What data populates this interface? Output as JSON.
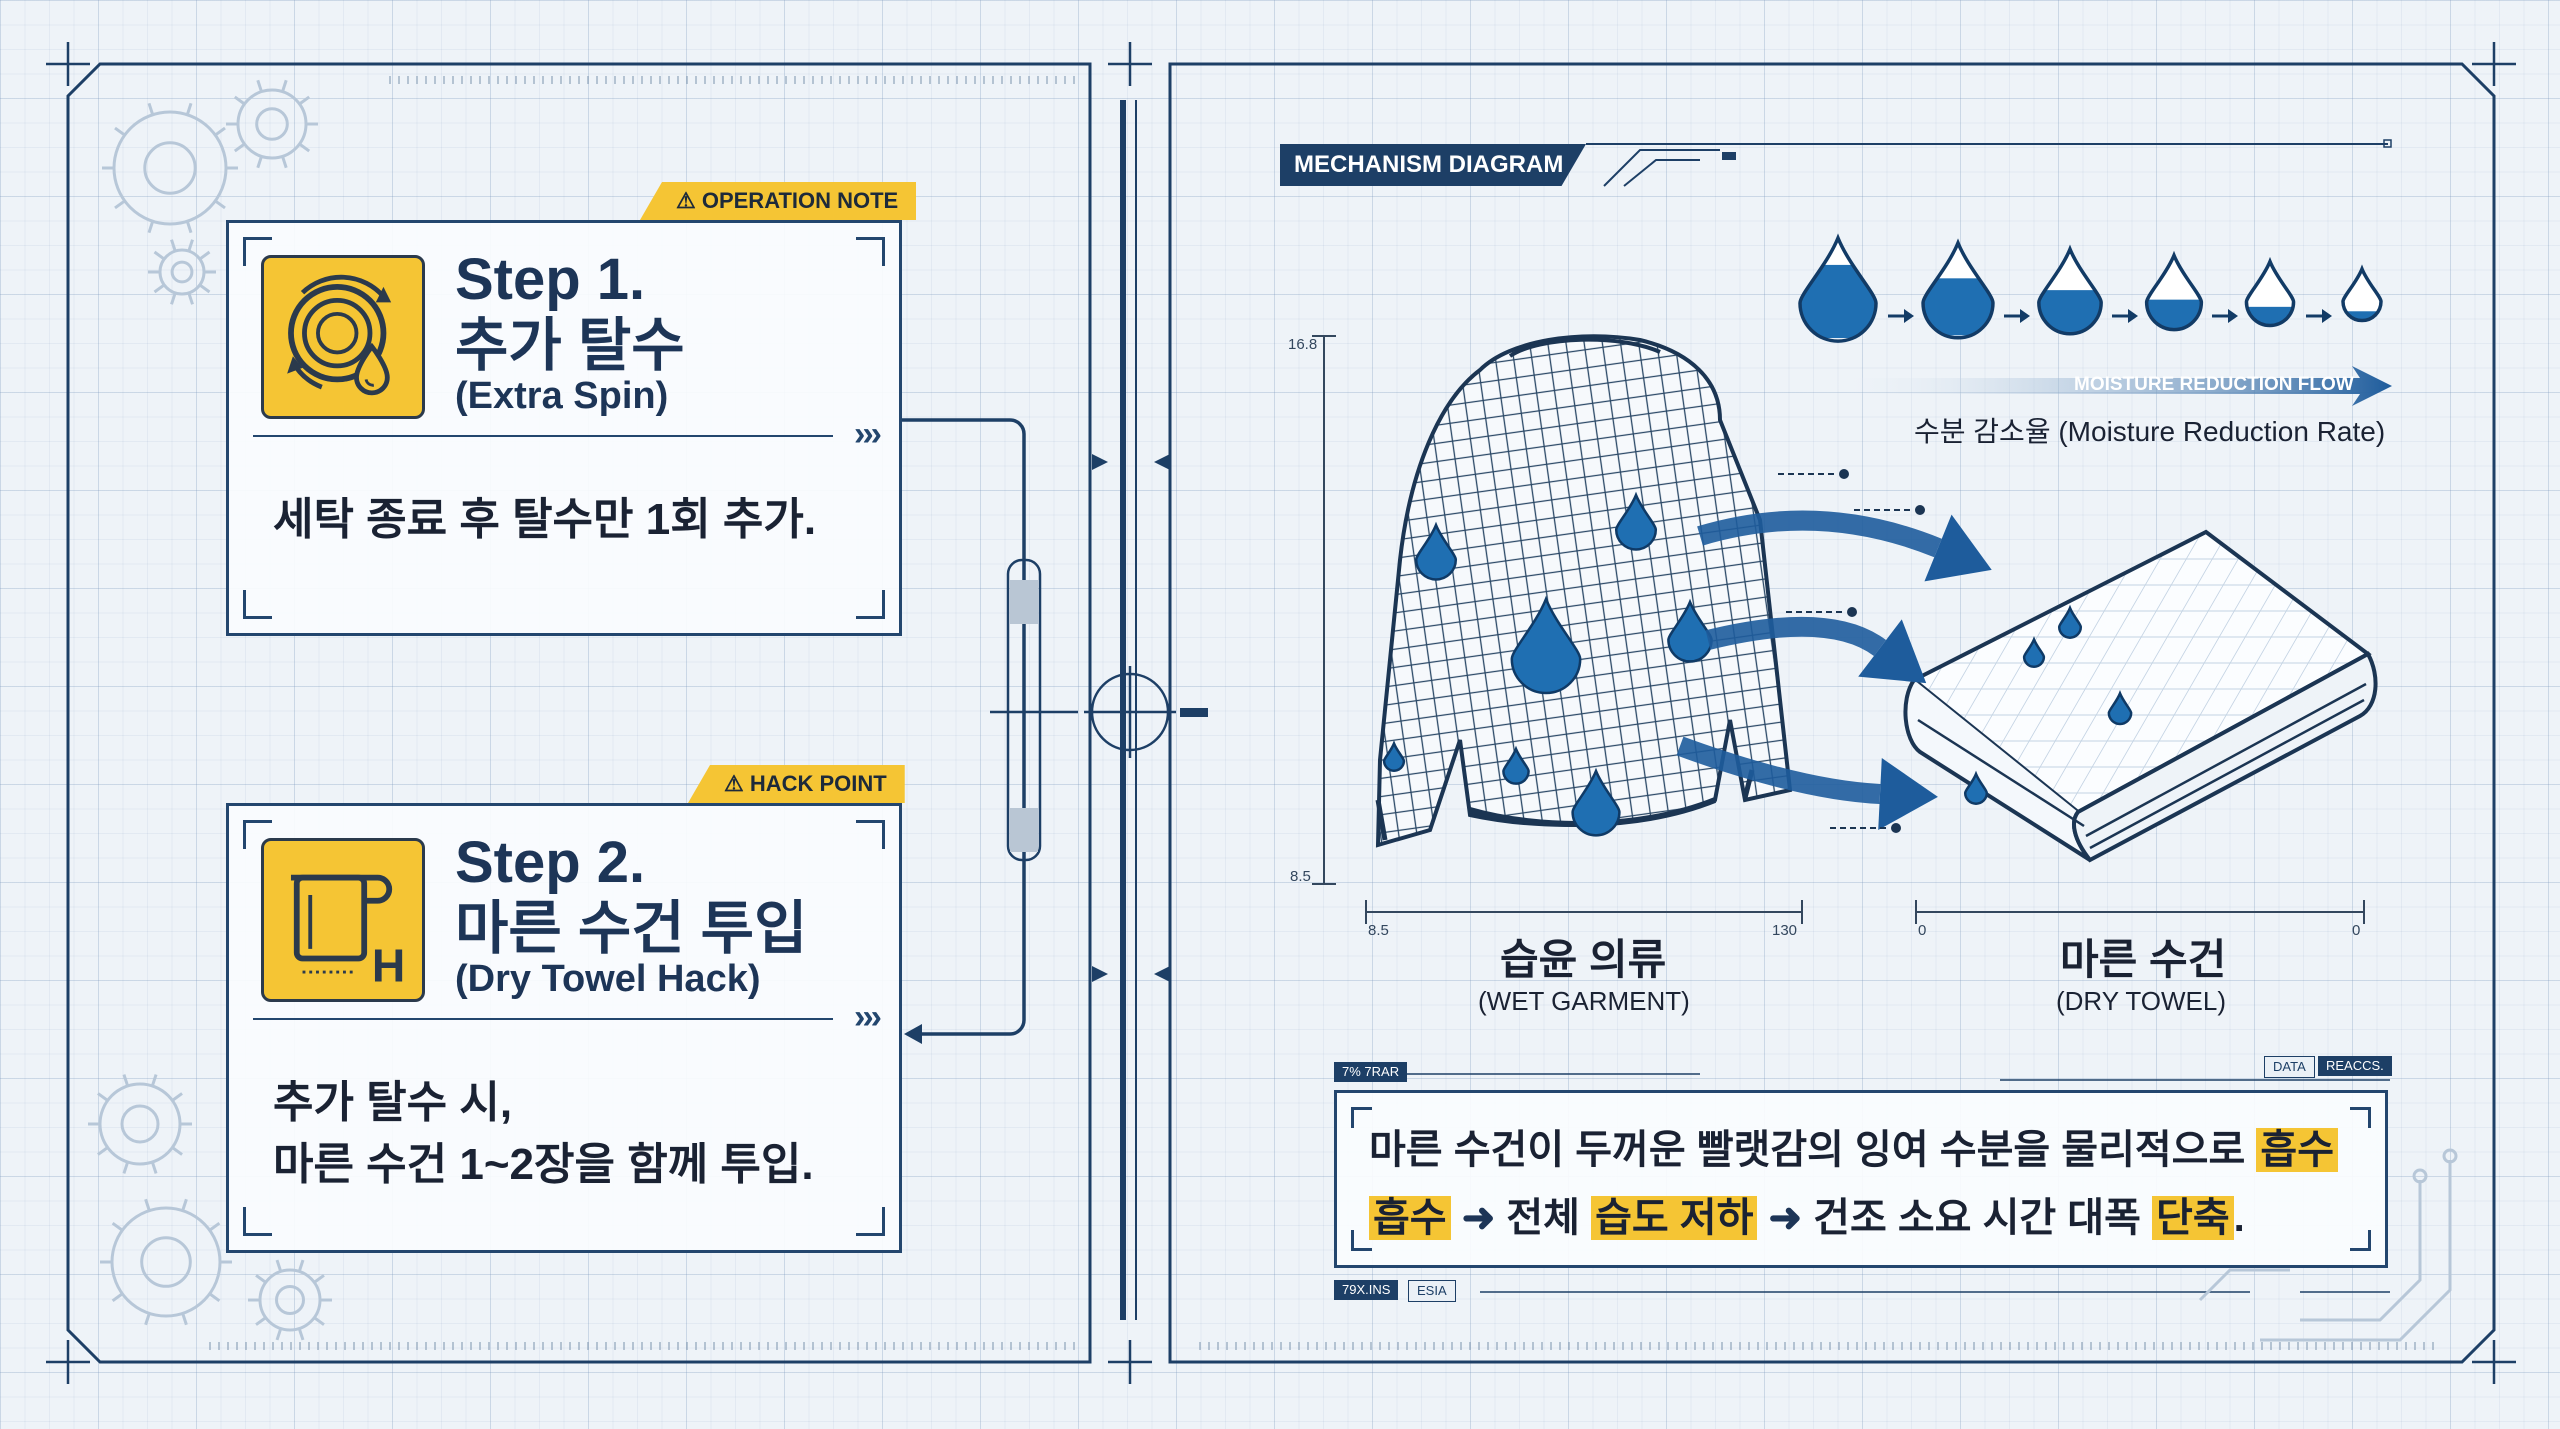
{
  "cards": [
    {
      "tag": "OPERATION NOTE",
      "title": "Step 1.",
      "title_ko": "추가 탈수",
      "subtitle": "(Extra Spin)",
      "body": [
        "세탁 종료 후 탈수만 1회 추가."
      ],
      "icon": "spin-drum-droplet-icon"
    },
    {
      "tag": "HACK POINT",
      "title": "Step 2.",
      "title_ko": "마른 수건 투입",
      "subtitle": "(Dry Towel Hack)",
      "body": [
        "추가 탈수 시,",
        "마른 수건 1~2장을 함께 투입."
      ],
      "icon": "towel-h-icon"
    }
  ],
  "diagram": {
    "banner": "MECHANISM DIAGRAM",
    "flow_label": "MOISTURE REDUCTION FLOW",
    "rate_label": "수분 감소율 (Moisture Reduction Rate)",
    "garment": {
      "label_ko": "습윤 의류",
      "label_en": "(WET GARMENT)",
      "icon": "wet-sweater-icon"
    },
    "towel": {
      "label_ko": "마른 수건",
      "label_en": "(DRY TOWEL)",
      "icon": "folded-towel-icon"
    },
    "scale_marks": [
      "16.8",
      "8.5",
      "8.5",
      "130",
      "0",
      "0"
    ],
    "droplet_levels": [
      0.72,
      0.6,
      0.48,
      0.36,
      0.24,
      0.12
    ]
  },
  "summary": {
    "line1": {
      "text": "마른 수건이 두꺼운 빨랫감의 잉여 수분을 물리적으로 ",
      "hl": "흡수"
    },
    "line2": {
      "hl1": "흡수",
      "arrow": "➜",
      "text1": " 전체 ",
      "hl2": "습도 저하",
      "text2": " 건조 소요 시간 대폭 ",
      "hl3": "단축",
      "end": "."
    },
    "tag_top_left": "7% 7RAR",
    "tag_top_right": "DATA",
    "tag_top_right2": "REACCS.",
    "tag_bottom_left": "79X.INS",
    "tag_bottom_left2": "ESIA"
  },
  "colors": {
    "navy": "#1d3f66",
    "accent_yellow": "#f5c534",
    "water_blue": "#1f6fb2",
    "arrow_blue": "#1e5c9c",
    "background": "#eef3f8"
  }
}
